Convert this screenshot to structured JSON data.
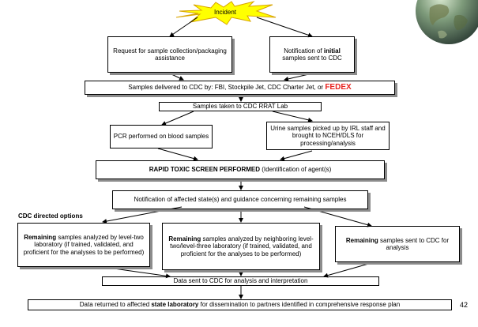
{
  "incident": "Incident",
  "request_box": "Request for sample collection/packaging assistance",
  "notification_box": {
    "pre": "Notification of ",
    "bold": "initial",
    "post": " samples sent to CDC"
  },
  "delivered_box": {
    "pre": "Samples delivered to CDC by: FBI, Stockpile Jet, CDC Charter Jet, or ",
    "highlight": "FEDEX"
  },
  "rrat_box": "Samples taken to CDC RRAT Lab",
  "pcr_box": "PCR performed on blood samples",
  "urine_box": "Urine samples picked up by IRL staff and brought to NCEH/DLS for processing/analysis",
  "rapid_box": {
    "bold": "RAPID TOXIC SCREEN PERFORMED",
    "post": "  (Identification of agent(s)"
  },
  "affected_box": "Notification of affected state(s) and guidance concerning remaining samples",
  "options_label": "CDC directed options",
  "option1": {
    "bold": "Remaining",
    "post": " samples analyzed by level-two laboratory (if trained, validated, and proficient for the analyses to be performed)"
  },
  "option2": {
    "bold": "Remaining",
    "post": " samples analyzed by neighboring level-two/level-three laboratory (if trained, validated, and proficient for the analyses to be performed)"
  },
  "option3": {
    "bold": "Remaining",
    "post": " samples sent to CDC for analysis"
  },
  "data_sent_box": "Data sent to CDC for analysis and interpretation",
  "final_box": {
    "pre": "Data returned to affected ",
    "bold": "state laboratory",
    "post": " for dissemination to partners identified in comprehensive response plan"
  },
  "page_number": "42",
  "colors": {
    "box_fill": "#fff",
    "shadow": "#8c8c8c",
    "burst_fill": "#ffff00",
    "burst_stroke": "#d9a400",
    "highlight": "#e8231f"
  },
  "globe_icon": "earth-globe-icon"
}
